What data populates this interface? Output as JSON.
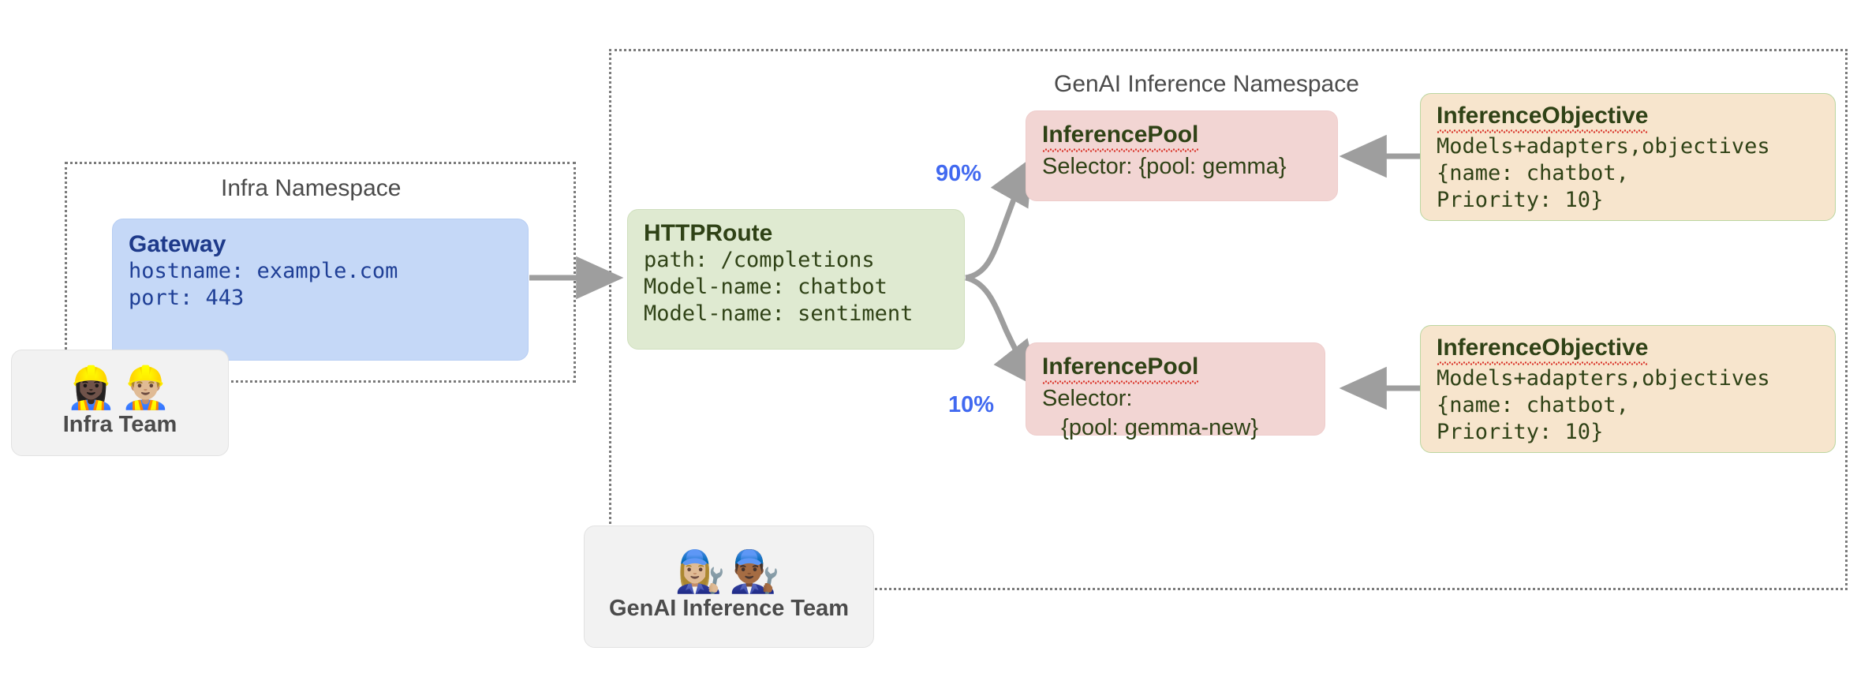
{
  "diagram": {
    "namespaces": [
      {
        "id": "infra",
        "title": "Infra Namespace"
      },
      {
        "id": "genai",
        "title": "GenAI Inference Namespace"
      }
    ],
    "gateway": {
      "title": "Gateway",
      "line1": "hostname: example.com",
      "line2": "port: 443"
    },
    "httproute": {
      "title": "HTTPRoute",
      "line1": "path: /completions",
      "line2": "Model-name: chatbot",
      "line3": "Model-name: sentiment"
    },
    "pools": [
      {
        "title": "InferencePool",
        "line1": "Selector: {pool: gemma}",
        "line2": ""
      },
      {
        "title": "InferencePool",
        "line1": "Selector:",
        "line2": "   {pool: gemma-new}"
      }
    ],
    "objectives": [
      {
        "title": "InferenceObjective",
        "line1": "Models+adapters,objectives",
        "line2": "{name: chatbot,",
        "line3": "Priority: 10}"
      },
      {
        "title": "InferenceObjective",
        "line1": "Models+adapters,objectives",
        "line2": "{name: chatbot,",
        "line3": "Priority: 10}"
      }
    ],
    "teams": [
      {
        "id": "infra-team",
        "emojis": "👷🏿‍♀️👷🏼‍♂️",
        "name": "Infra Team"
      },
      {
        "id": "genai-team",
        "emojis": "👩🏼‍🔧👨🏾‍🔧",
        "name": "GenAI Inference Team"
      }
    ],
    "edge_labels": [
      {
        "id": "split-top",
        "text": "90%"
      },
      {
        "id": "split-bottom",
        "text": "10%"
      }
    ],
    "colors": {
      "gateway_fill": "#c5d8f7",
      "gateway_text": "#1e3a8a",
      "httproute_fill": "#dfead1",
      "pool_fill": "#f2d5d3",
      "objective_fill": "#f7e5cd",
      "objective_border": "#bcd6a0",
      "dark_green_text": "#2f4216",
      "percent_label": "#4169f0",
      "arrow": "#9e9e9e",
      "namespace_border": "#7a7a7a",
      "team_fill": "#f2f2f2"
    }
  }
}
